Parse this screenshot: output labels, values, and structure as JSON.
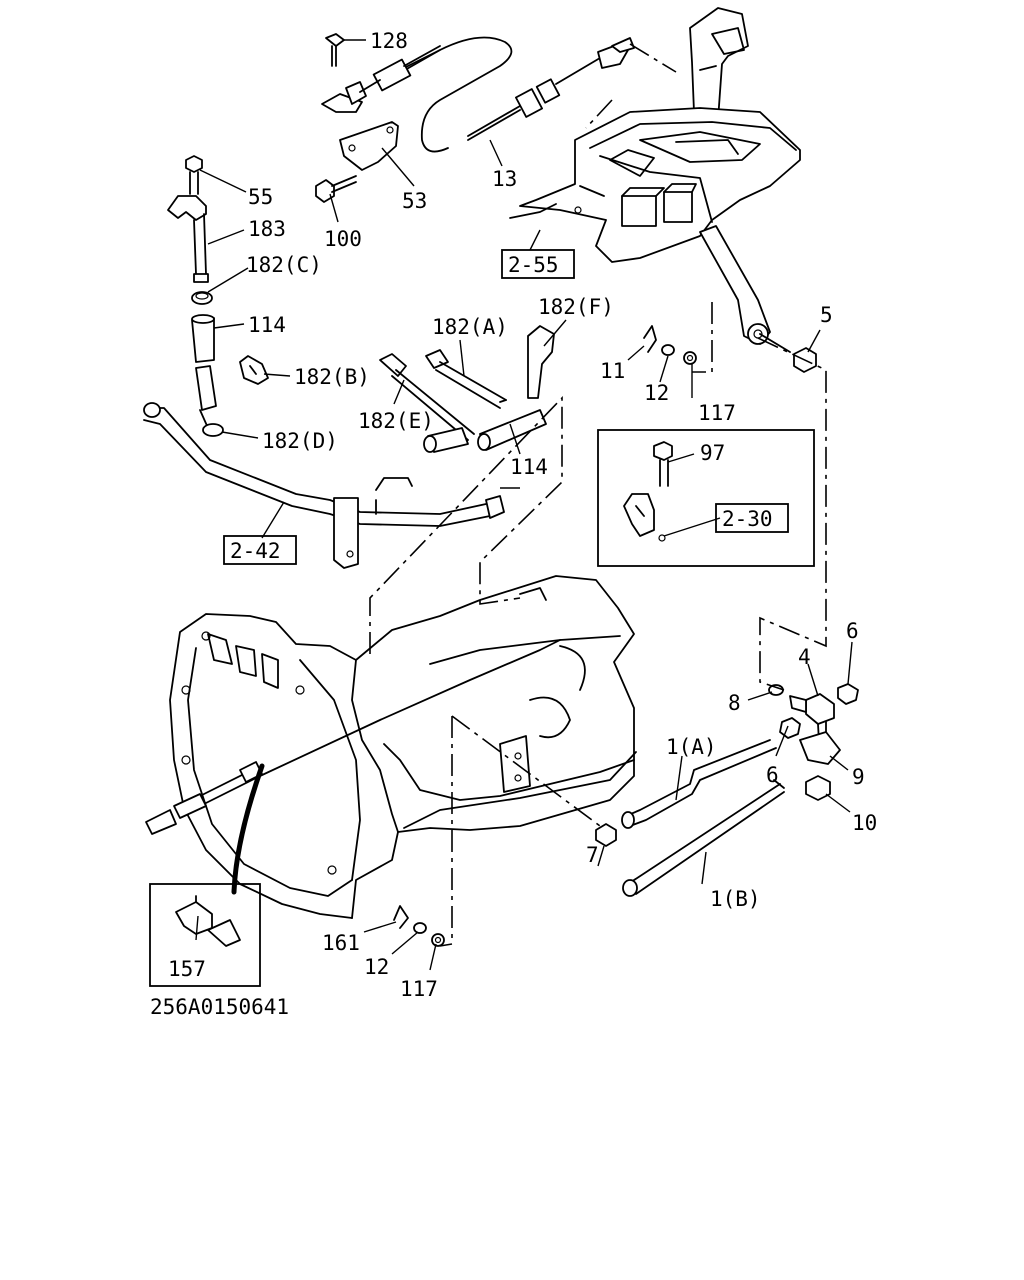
{
  "diagram_id": "256A0150641",
  "callouts": [
    {
      "name": "part-128",
      "text": "128"
    },
    {
      "name": "part-13",
      "text": "13"
    },
    {
      "name": "part-53",
      "text": "53"
    },
    {
      "name": "part-55",
      "text": "55"
    },
    {
      "name": "part-100",
      "text": "100"
    },
    {
      "name": "part-183",
      "text": "183"
    },
    {
      "name": "part-182c",
      "text": "182(C)"
    },
    {
      "name": "part-114-upper",
      "text": "114"
    },
    {
      "name": "part-182b",
      "text": "182(B)"
    },
    {
      "name": "part-182a",
      "text": "182(A)"
    },
    {
      "name": "part-182f",
      "text": "182(F)"
    },
    {
      "name": "part-182e",
      "text": "182(E)"
    },
    {
      "name": "part-182d",
      "text": "182(D)"
    },
    {
      "name": "part-114-lower",
      "text": "114"
    },
    {
      "name": "part-11",
      "text": "11"
    },
    {
      "name": "part-12-upper",
      "text": "12"
    },
    {
      "name": "part-117-upper",
      "text": "117"
    },
    {
      "name": "part-5",
      "text": "5"
    },
    {
      "name": "part-97",
      "text": "97"
    },
    {
      "name": "part-6-upper",
      "text": "6"
    },
    {
      "name": "part-4",
      "text": "4"
    },
    {
      "name": "part-8",
      "text": "8"
    },
    {
      "name": "part-1a",
      "text": "1(A)"
    },
    {
      "name": "part-6-lower",
      "text": "6"
    },
    {
      "name": "part-9",
      "text": "9"
    },
    {
      "name": "part-10",
      "text": "10"
    },
    {
      "name": "part-7",
      "text": "7"
    },
    {
      "name": "part-1b",
      "text": "1(B)"
    },
    {
      "name": "part-161",
      "text": "161"
    },
    {
      "name": "part-12-lower",
      "text": "12"
    },
    {
      "name": "part-117-lower",
      "text": "117"
    },
    {
      "name": "part-157",
      "text": "157"
    }
  ],
  "references": [
    {
      "name": "ref-2-55",
      "text": "2-55"
    },
    {
      "name": "ref-2-42",
      "text": "2-42"
    },
    {
      "name": "ref-2-30",
      "text": "2-30"
    }
  ]
}
